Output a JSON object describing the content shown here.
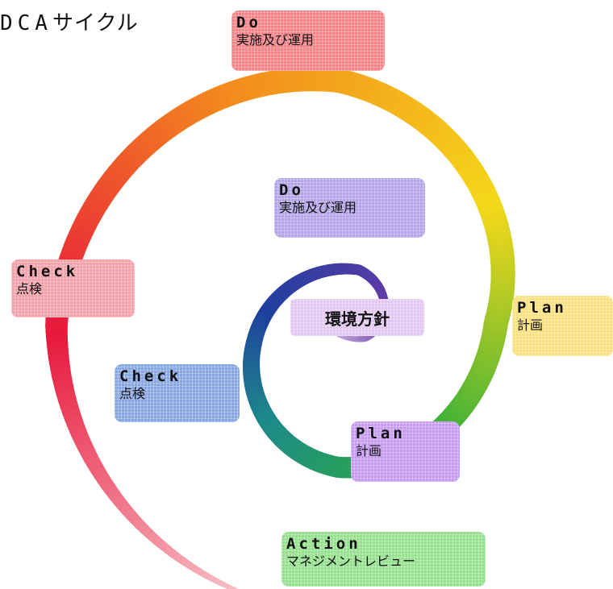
{
  "title": {
    "latin": "DCA",
    "kana": "サイクル"
  },
  "center_label": "環境方針",
  "outer_cycle": {
    "do": {
      "head": "Do",
      "sub": "実施及び運用"
    },
    "plan": {
      "head": "Plan",
      "sub": "計画"
    },
    "check": {
      "head": "Check",
      "sub": "点検"
    }
  },
  "inner_cycle": {
    "do": {
      "head": "Do",
      "sub": "実施及び運用"
    },
    "plan": {
      "head": "Plan",
      "sub": "計画"
    },
    "check": {
      "head": "Check",
      "sub": "点検"
    },
    "action": {
      "head": "Action",
      "sub": "マネジメントレビュー"
    }
  },
  "colors": {
    "spiral_start": "#c9b2e0",
    "spiral_purple": "#6a3aa8",
    "spiral_blue": "#1f3f9e",
    "spiral_teal": "#1d8a8a",
    "spiral_green": "#2fae3a",
    "spiral_yellow": "#f4d81a",
    "spiral_orange": "#f38b1d",
    "spiral_red": "#e8193c",
    "spiral_end": "#f6c2c8"
  }
}
